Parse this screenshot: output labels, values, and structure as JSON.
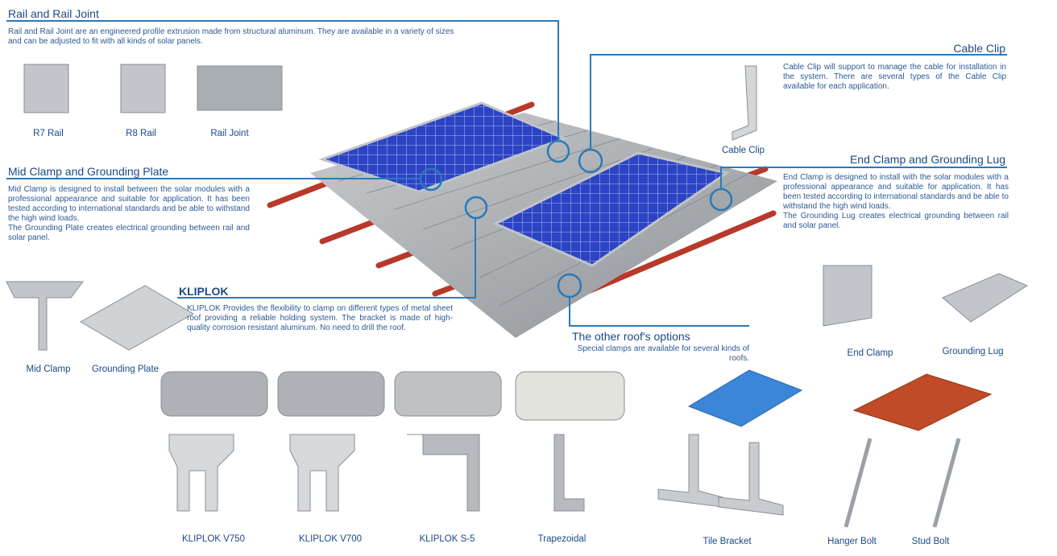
{
  "sections": {
    "rail": {
      "title": "Rail and Rail Joint",
      "text": "Rail and Rail Joint are an engineered profile extrusion made from structural aluminum. They are available in a variety of sizes and can be adjusted to fit with all kinds of solar panels."
    },
    "mid_clamp": {
      "title": "Mid Clamp and Grounding Plate",
      "text": "Mid Clamp is designed to install between the solar modules with a professional appearance and suitable for application. It has been tested according to international standards and be able to withstand the high wind loads.",
      "text2": "The Grounding Plate creates electrical grounding between rail and solar panel."
    },
    "kliplok": {
      "title": "KLIPLOK",
      "text": "KLIPLOK Provides the flexibility to clamp on different types of metal sheet roof providing a reliable holding system. The bracket is made of high-quality corrosion resistant aluminum. No need to drill the roof."
    },
    "cable_clip": {
      "title": "Cable Clip",
      "text": "Cable Clip will support to manage the cable for installation in the system. There are several types of the Cable Clip available for each application."
    },
    "end_clamp": {
      "title": "End Clamp and Grounding Lug",
      "text": "End Clamp is designed to install with the solar modules with a professional appearance and suitable for application. It has been tested according to international standards and be able to withstand the high wind loads.",
      "text2": "The Grounding Lug creates electrical grounding between rail and solar panel."
    },
    "other_roof": {
      "title": "The other roof's options",
      "text": "Special clamps are available for several kinds of roofs."
    }
  },
  "products": {
    "r7_rail": "R7 Rail",
    "r8_rail": "R8 Rail",
    "rail_joint": "Rail Joint",
    "cable_clip": "Cable Clip",
    "mid_clamp": "Mid Clamp",
    "grounding_plate": "Grounding Plate",
    "end_clamp": "End Clamp",
    "grounding_lug": "Grounding Lug",
    "kliplok_v750": "KLIPLOK V750",
    "kliplok_v700": "KLIPLOK V700",
    "kliplok_s5": "KLIPLOK S-5",
    "trapezoidal": "Trapezoidal",
    "tile_bracket": "Tile Bracket",
    "hanger_bolt": "Hanger Bolt",
    "stud_bolt": "Stud Bolt"
  },
  "colors": {
    "heading": "#1a4a86",
    "line": "#2a7ab8",
    "panel": "#2a3fbf",
    "rail_red": "#b8382a",
    "roof": "#a9acb0"
  }
}
